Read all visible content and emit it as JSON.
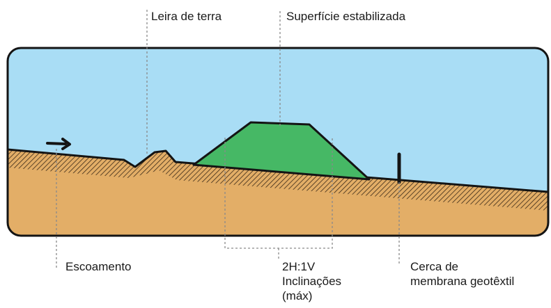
{
  "labels": {
    "berm": "Leira de terra",
    "surface": "Superfície estabilizada",
    "runoff": "Escoamento",
    "slope_line1": "2H:1V",
    "slope_line2": "Inclinações",
    "slope_line3": "(máx)",
    "fence_line1": "Cerca de",
    "fence_line2": "membrana geotêxtil"
  },
  "colors": {
    "sky": "#a9ddf5",
    "soil": "#e3ae67",
    "mound": "#46b865",
    "outline": "#141414",
    "leader": "#8a8a8a"
  },
  "icons": {
    "flow": "arrow-right-icon"
  }
}
